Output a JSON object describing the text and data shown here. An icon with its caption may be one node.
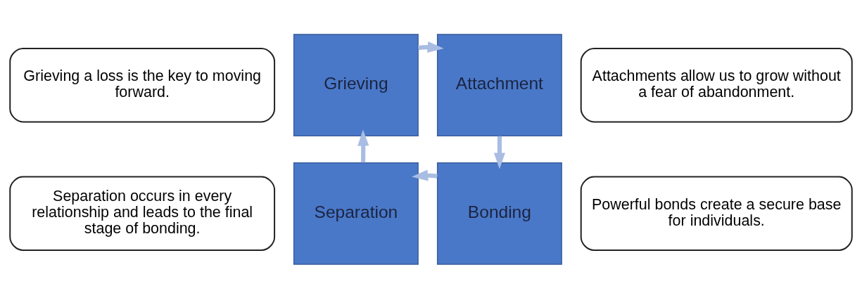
{
  "diagram": {
    "nodes": [
      {
        "text": [
          "Grieving a loss is the key to moving forward."
        ]
      },
      {
        "text": [
          "Grieving"
        ]
      },
      {
        "text": [
          "Attachment"
        ]
      },
      {
        "text": [
          "Attachments allow us to grow without a fear of abandonment."
        ]
      },
      {
        "text": [
          "Separation occurs in every relationship and leads to the final stage of bonding."
        ]
      },
      {
        "text": [
          "Separation"
        ]
      },
      {
        "text": [
          "Bonding"
        ]
      },
      {
        "text": [
          "Powerful bonds create a secure base for individuals."
        ]
      }
    ],
    "edges": [
      {
        "from": 1,
        "to": 2,
        "arrow": "to"
      },
      {
        "from": 2,
        "to": 6,
        "arrow": "to"
      },
      {
        "from": 6,
        "to": 5,
        "arrow": "to"
      },
      {
        "from": 5,
        "to": 1,
        "arrow": "to"
      }
    ]
  }
}
